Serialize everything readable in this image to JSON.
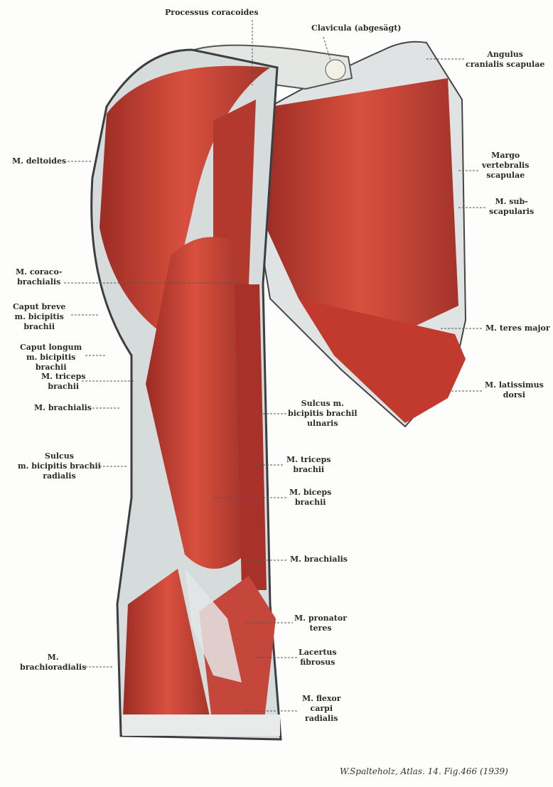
{
  "labels": {
    "processus_coracoides": [
      "Processus coracoides"
    ],
    "clavicula": [
      "Clavicula (abgesägt)"
    ],
    "angulus": [
      "Angulus",
      "cranialis scapulae"
    ],
    "deltoides": [
      "M. deltoides"
    ],
    "margo": [
      "Margo",
      "vertebralis",
      "scapulae"
    ],
    "subscapularis": [
      "M. sub-",
      "scapularis"
    ],
    "coracobrachialis": [
      "M. coraco-",
      "brachialis"
    ],
    "caput_breve": [
      "Caput breve",
      "m. bicipitis",
      "brachii"
    ],
    "caput_longum": [
      "Caput longum",
      "m. bicipitis",
      "brachii"
    ],
    "triceps_left": [
      "M. triceps",
      "brachii"
    ],
    "brachialis_left": [
      "M. brachialis"
    ],
    "teres_major": [
      "M. teres major"
    ],
    "latissimus": [
      "M. latissimus",
      "dorsi"
    ],
    "sulcus_ulnaris": [
      "Sulcus m.",
      "bicipitis brachil",
      "ulnaris"
    ],
    "sulcus_radialis": [
      "Sulcus",
      "m. bicipitis brachii",
      "radialis"
    ],
    "triceps_right": [
      "M. triceps",
      "brachii"
    ],
    "biceps": [
      "M. biceps",
      "brachii"
    ],
    "brachialis_right": [
      "M. brachialis"
    ],
    "pronator": [
      "M. pronator",
      "teres"
    ],
    "lacertus": [
      "Lacertus",
      "fibrosus"
    ],
    "brachioradialis": [
      "M.",
      "brachioradialis"
    ],
    "flexor": [
      "M. flexor",
      "carpi",
      "radialis"
    ]
  },
  "credit": "W.Spalteholz, Atlas. 14. Fig.466 (1939)",
  "colors": {
    "muscle": "#d2483a",
    "muscle_dark": "#8e2a22",
    "tendon": "#d8dcdc",
    "outline": "#3c3f40"
  }
}
